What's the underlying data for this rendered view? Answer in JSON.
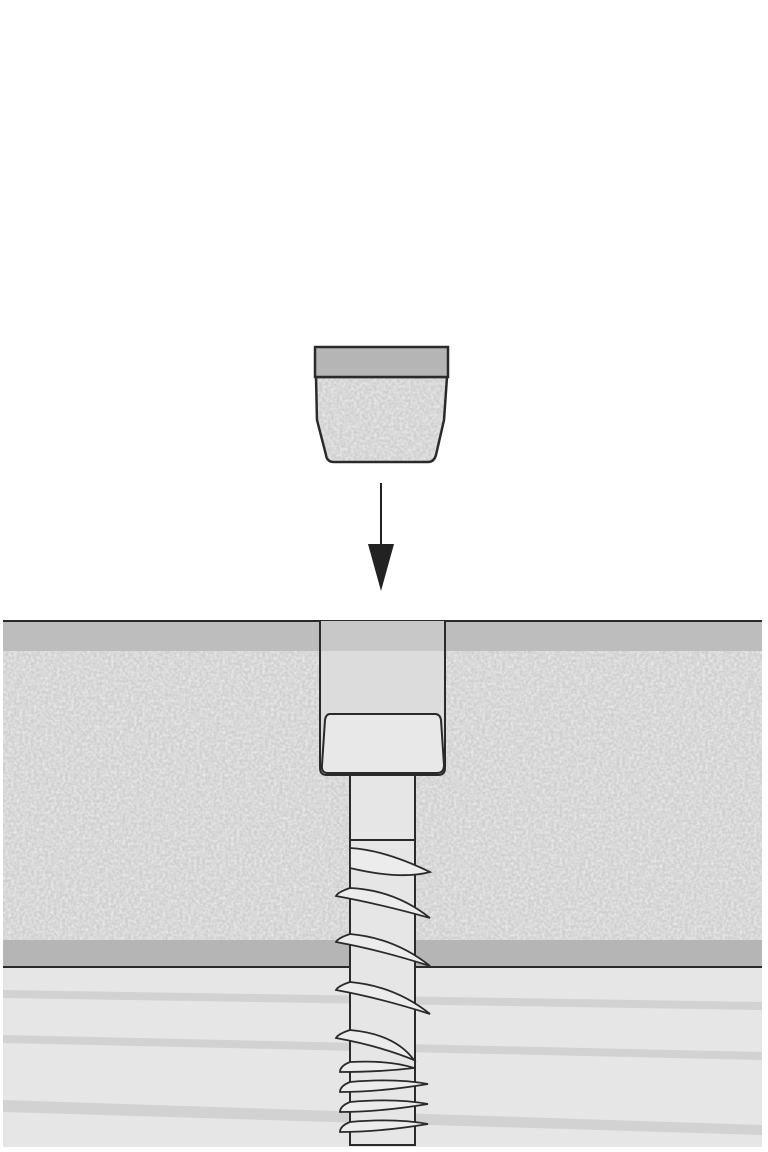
{
  "diagram": {
    "elements": [
      "plug",
      "arrow-down",
      "board",
      "counterbore-hole",
      "screw",
      "substrate"
    ],
    "colors": {
      "outline": "#2a2a2a",
      "band": "#bdbdbd",
      "texture_base": "#d6d6d6",
      "hole_fill": "#dcdcdc",
      "screw_fill": "#e6e6e6",
      "substrate": "#e6e6e6",
      "substrate_grain": "#cfcfcf"
    }
  }
}
